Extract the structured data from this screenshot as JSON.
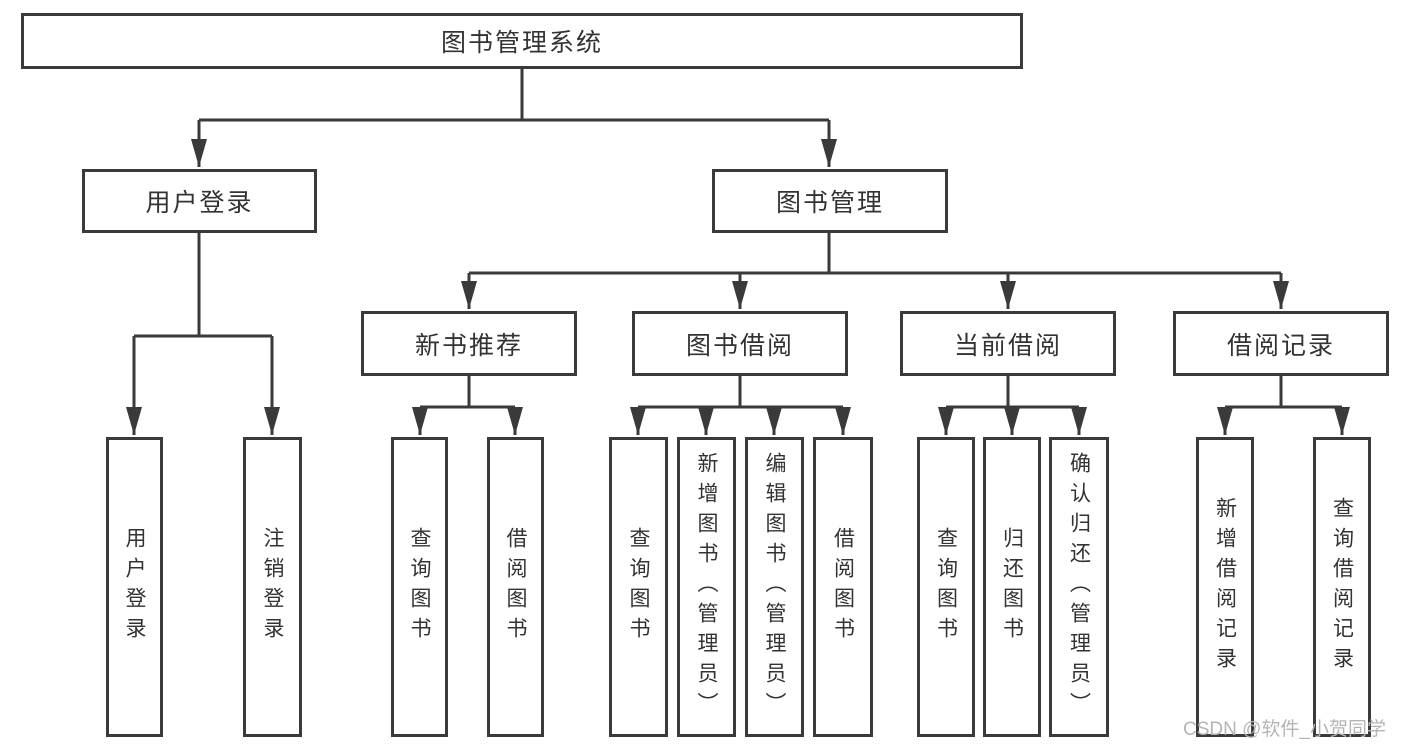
{
  "diagram_type": "hierarchy-tree",
  "colors": {
    "line": "#3a3a3a",
    "box_border": "#3a3a3a",
    "box_fill": "#ffffff",
    "text": "#333333",
    "watermark_text": "#b5b5b5",
    "background": "#ffffff"
  },
  "watermark": {
    "text": "CSDN @软件_小贺同学"
  },
  "tree": {
    "label": "图书管理系统",
    "children": [
      {
        "label": "用户登录",
        "children": [
          {
            "label": "用户登录"
          },
          {
            "label": "注销登录"
          }
        ]
      },
      {
        "label": "图书管理",
        "children": [
          {
            "label": "新书推荐",
            "children": [
              {
                "label": "查询图书"
              },
              {
                "label": "借阅图书"
              }
            ]
          },
          {
            "label": "图书借阅",
            "children": [
              {
                "label": "查询图书"
              },
              {
                "label": "新增图书（管理员）"
              },
              {
                "label": "编辑图书（管理员）"
              },
              {
                "label": "借阅图书"
              }
            ]
          },
          {
            "label": "当前借阅",
            "children": [
              {
                "label": "查询图书"
              },
              {
                "label": "归还图书"
              },
              {
                "label": "确认归还（管理员）"
              }
            ]
          },
          {
            "label": "借阅记录",
            "children": [
              {
                "label": "新增借阅记录"
              },
              {
                "label": "查询借阅记录"
              }
            ]
          }
        ]
      }
    ]
  }
}
